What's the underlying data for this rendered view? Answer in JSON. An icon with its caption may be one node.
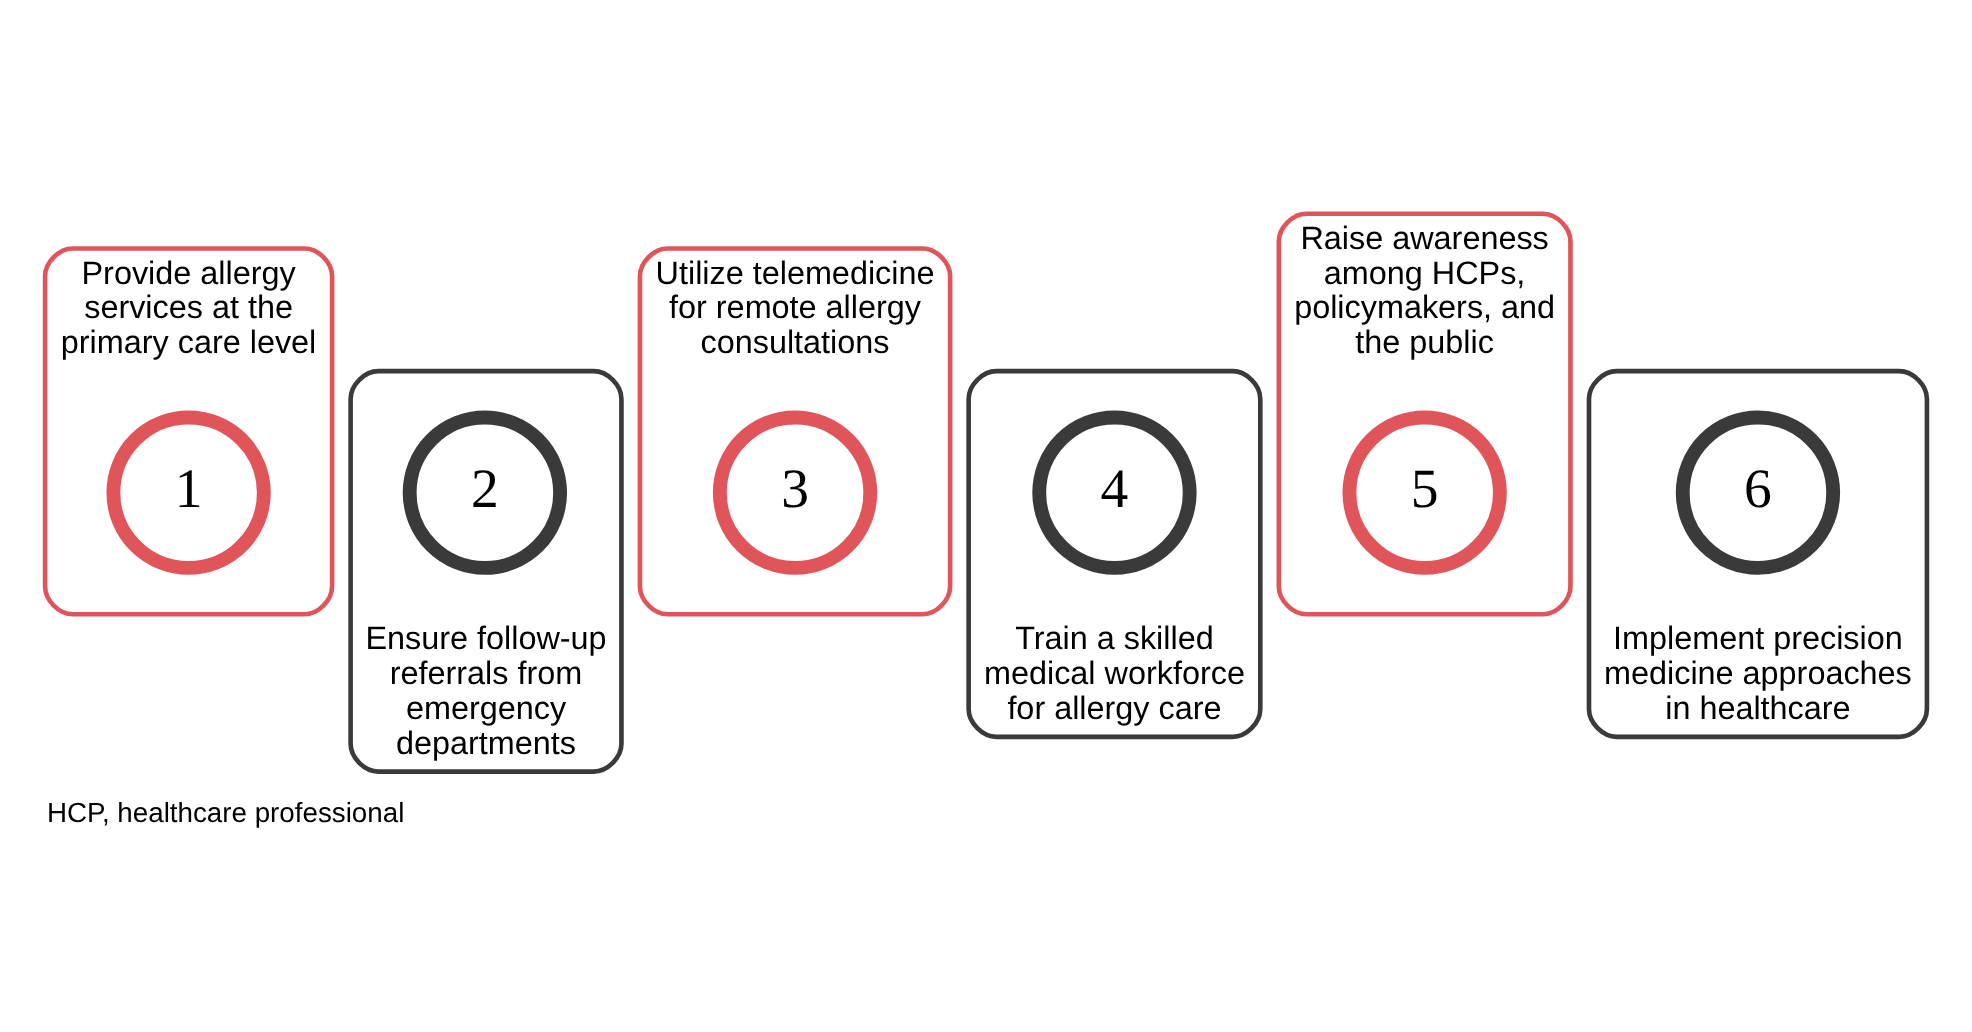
{
  "diagram": {
    "caption": "HCP, healthcare professional",
    "nodes": [
      {
        "text": [
          "Provide allergy services at the primary care level"
        ]
      },
      {
        "text": [
          "1"
        ],
        "in": 0
      },
      {
        "text": [
          "Ensure follow-up referrals from emergency departments"
        ]
      },
      {
        "text": [
          "2"
        ],
        "in": 2
      },
      {
        "text": [
          "Utilize telemedicine for remote allergy consultations"
        ]
      },
      {
        "text": [
          "3"
        ],
        "in": 4
      },
      {
        "text": [
          "Train a skilled medical workforce for allergy care"
        ]
      },
      {
        "text": [
          "4"
        ],
        "in": 6
      },
      {
        "text": [
          "Raise awareness among HCPs, policymakers, and the public"
        ]
      },
      {
        "text": [
          "5"
        ],
        "in": 8
      },
      {
        "text": [
          "Implement precision medicine approaches in healthcare"
        ]
      },
      {
        "text": [
          "6"
        ],
        "in": 10
      }
    ],
    "edges": []
  }
}
